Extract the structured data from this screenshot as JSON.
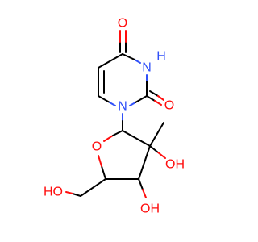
{
  "molecule": {
    "atom_labels": {
      "o_carbonyl_top": "O",
      "nh": "H",
      "n_h": "N",
      "o_carbonyl_right": "O",
      "n_ring": "N",
      "o_ring": "O",
      "oh_c2": "OH",
      "oh_c3": "OH",
      "ho_c5": "HO"
    },
    "colors": {
      "bond": "#000000",
      "oxygen": "#ff0d0d",
      "nitrogen": "#3050f8",
      "background": "#ffffff"
    }
  }
}
